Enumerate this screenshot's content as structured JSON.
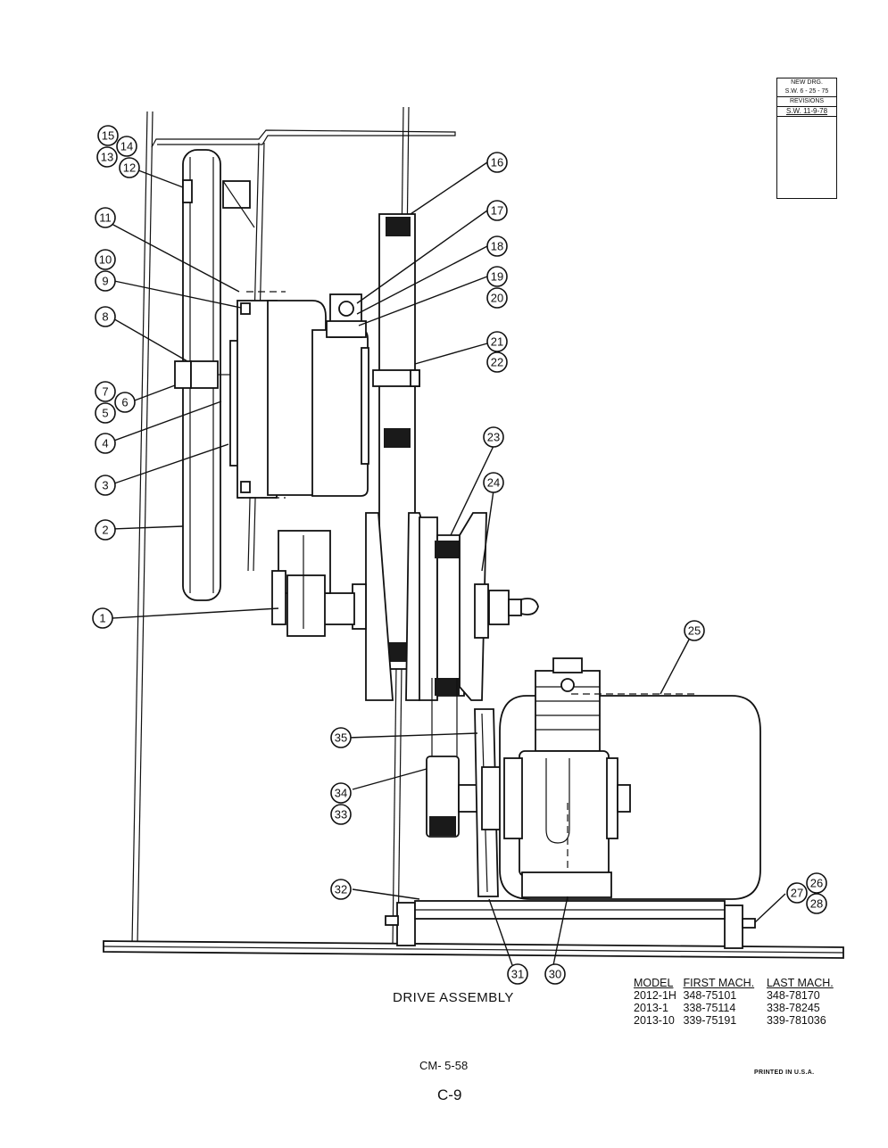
{
  "revision_block": {
    "line1": "NEW DRG.",
    "line2": "S.W. 6 - 25 - 75",
    "line3": "REVISIONS",
    "line4": "S.W. 11-9-78"
  },
  "title": "DRIVE ASSEMBLY",
  "model_table": {
    "headers": [
      "MODEL",
      "FIRST MACH.",
      "LAST MACH."
    ],
    "rows": [
      [
        "2012-1H",
        "348-75101",
        "348-78170"
      ],
      [
        "2013-1",
        "338-75114",
        "338-78245"
      ],
      [
        "2013-10",
        "339-75191",
        "339-781036"
      ]
    ]
  },
  "drawing_number": "CM- 5-58",
  "printed_note": "PRINTED IN U.S.A.",
  "page_number": "C-9",
  "callouts": [
    "1",
    "2",
    "3",
    "4",
    "5",
    "6",
    "7",
    "8",
    "9",
    "10",
    "11",
    "12",
    "13",
    "14",
    "15",
    "16",
    "17",
    "18",
    "19",
    "20",
    "21",
    "22",
    "23",
    "24",
    "25",
    "26",
    "27",
    "28",
    "30",
    "31",
    "32",
    "33",
    "34",
    "35"
  ]
}
